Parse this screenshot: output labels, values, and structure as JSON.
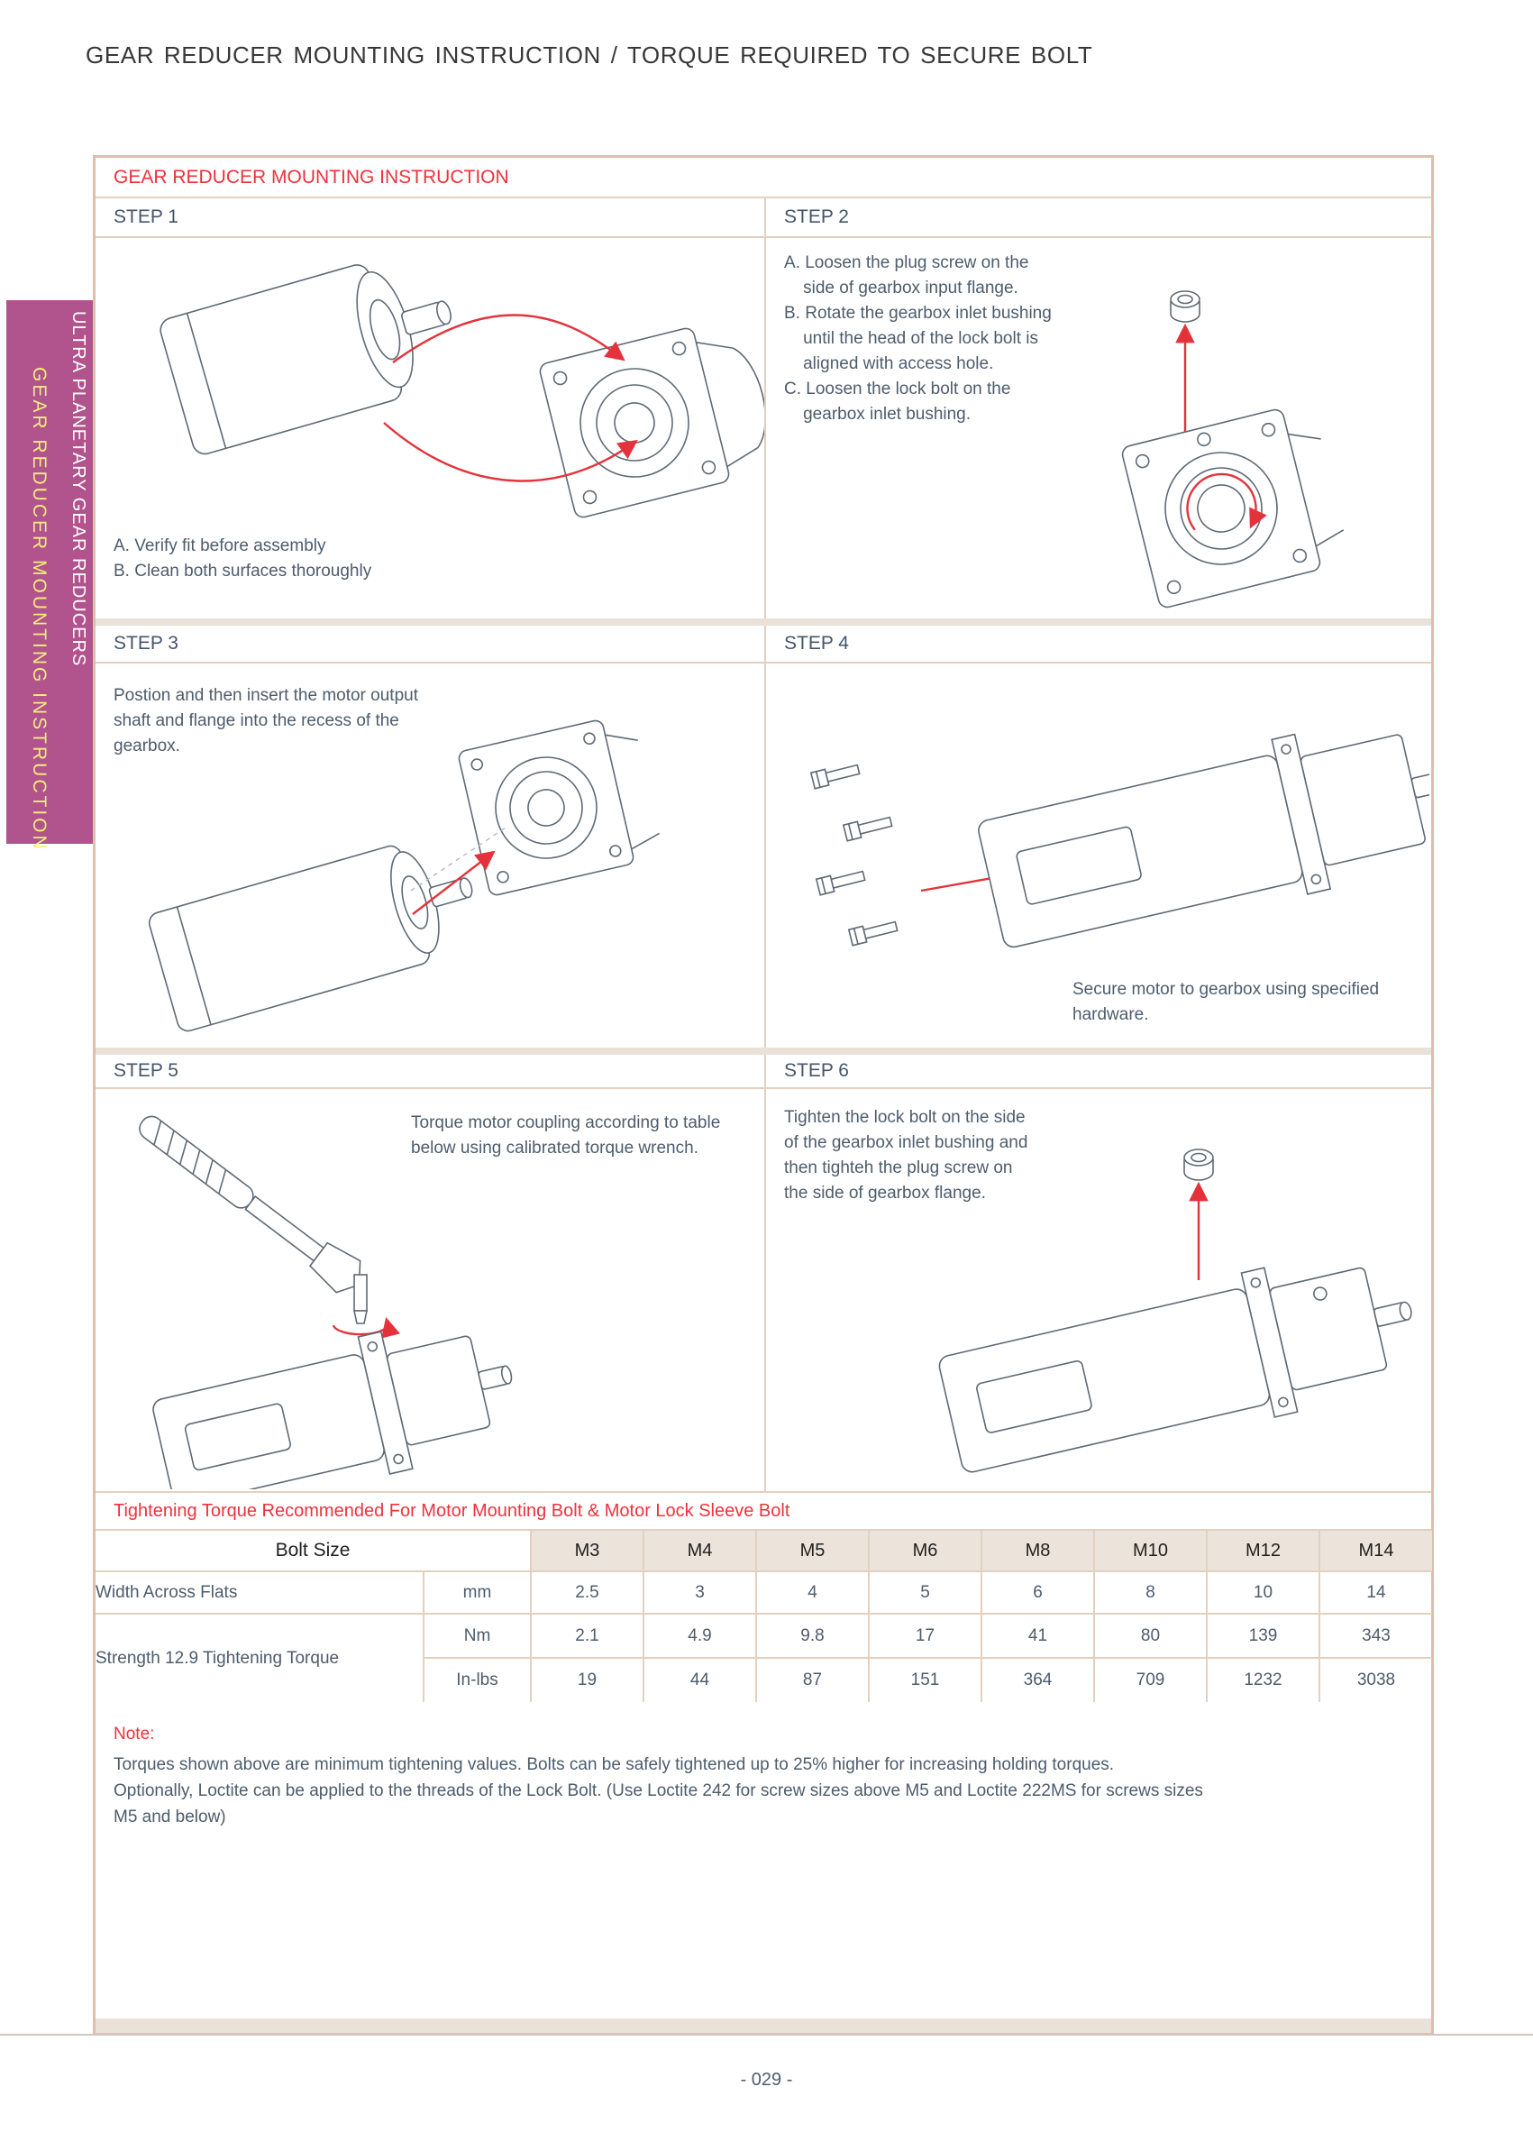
{
  "page": {
    "title": "GEAR REDUCER MOUNTING INSTRUCTION / TORQUE REQUIRED TO SECURE BOLT",
    "footer": "- 029 -"
  },
  "sidebar": {
    "series_label": "ULTRA PLANETARY GEAR REDUCERS",
    "section_label": "GEAR REDUCER MOUNTING INSTRUCTION"
  },
  "instructions": {
    "header": "GEAR REDUCER MOUNTING INSTRUCTION",
    "steps": [
      {
        "label": "STEP 1",
        "text": "A. Verify fit before assembly\nB. Clean both surfaces thoroughly"
      },
      {
        "label": "STEP 2",
        "text": "A. Loosen the plug screw on the\n    side of gearbox input flange.\nB. Rotate the gearbox inlet bushing\n    until the head of the lock bolt is\n    aligned with access hole.\nC. Loosen the lock bolt on the\n    gearbox inlet bushing."
      },
      {
        "label": "STEP 3",
        "text": "Postion and then insert the motor output\nshaft and flange into the recess of the\ngearbox."
      },
      {
        "label": "STEP 4",
        "text": "Secure motor to gearbox using specified\nhardware."
      },
      {
        "label": "STEP 5",
        "text": "Torque motor coupling according to table\nbelow using calibrated torque wrench."
      },
      {
        "label": "STEP 6",
        "text": "Tighten the lock bolt on the side\nof the gearbox inlet bushing and\nthen tighteh the plug screw on\nthe side of gearbox flange."
      }
    ]
  },
  "torque_table": {
    "title": "Tightening Torque Recommended For Motor Mounting Bolt & Motor Lock Sleeve Bolt",
    "bolt_size_header": "Bolt Size",
    "sizes": [
      "M3",
      "M4",
      "M5",
      "M6",
      "M8",
      "M10",
      "M12",
      "M14"
    ],
    "width_across_flats": {
      "label": "Width Across Flats",
      "unit": "mm",
      "values": [
        "2.5",
        "3",
        "4",
        "5",
        "6",
        "8",
        "10",
        "14"
      ]
    },
    "strength_label": "Strength 12.9 Tightening Torque",
    "nm": {
      "unit": "Nm",
      "values": [
        "2.1",
        "4.9",
        "9.8",
        "17",
        "41",
        "80",
        "139",
        "343"
      ]
    },
    "inlbs": {
      "unit": "In-lbs",
      "values": [
        "19",
        "44",
        "87",
        "151",
        "364",
        "709",
        "1232",
        "3038"
      ]
    }
  },
  "note": {
    "label": "Note:",
    "text": "Torques shown above are minimum tightening values. Bolts can be safely tightened up to 25% higher for increasing holding torques.\nOptionally, Loctite can be applied to the threads of the Lock Bolt. (Use Loctite 242 for screw sizes above M5 and Loctite 222MS for screws sizes\nM5 and below)"
  },
  "colors": {
    "accent_magenta": "#b1538c",
    "accent_yellow": "#f3ed7d",
    "accent_red": "#e4323b",
    "border_tan": "#dcbfae",
    "text_slate": "#4d5c6c"
  }
}
